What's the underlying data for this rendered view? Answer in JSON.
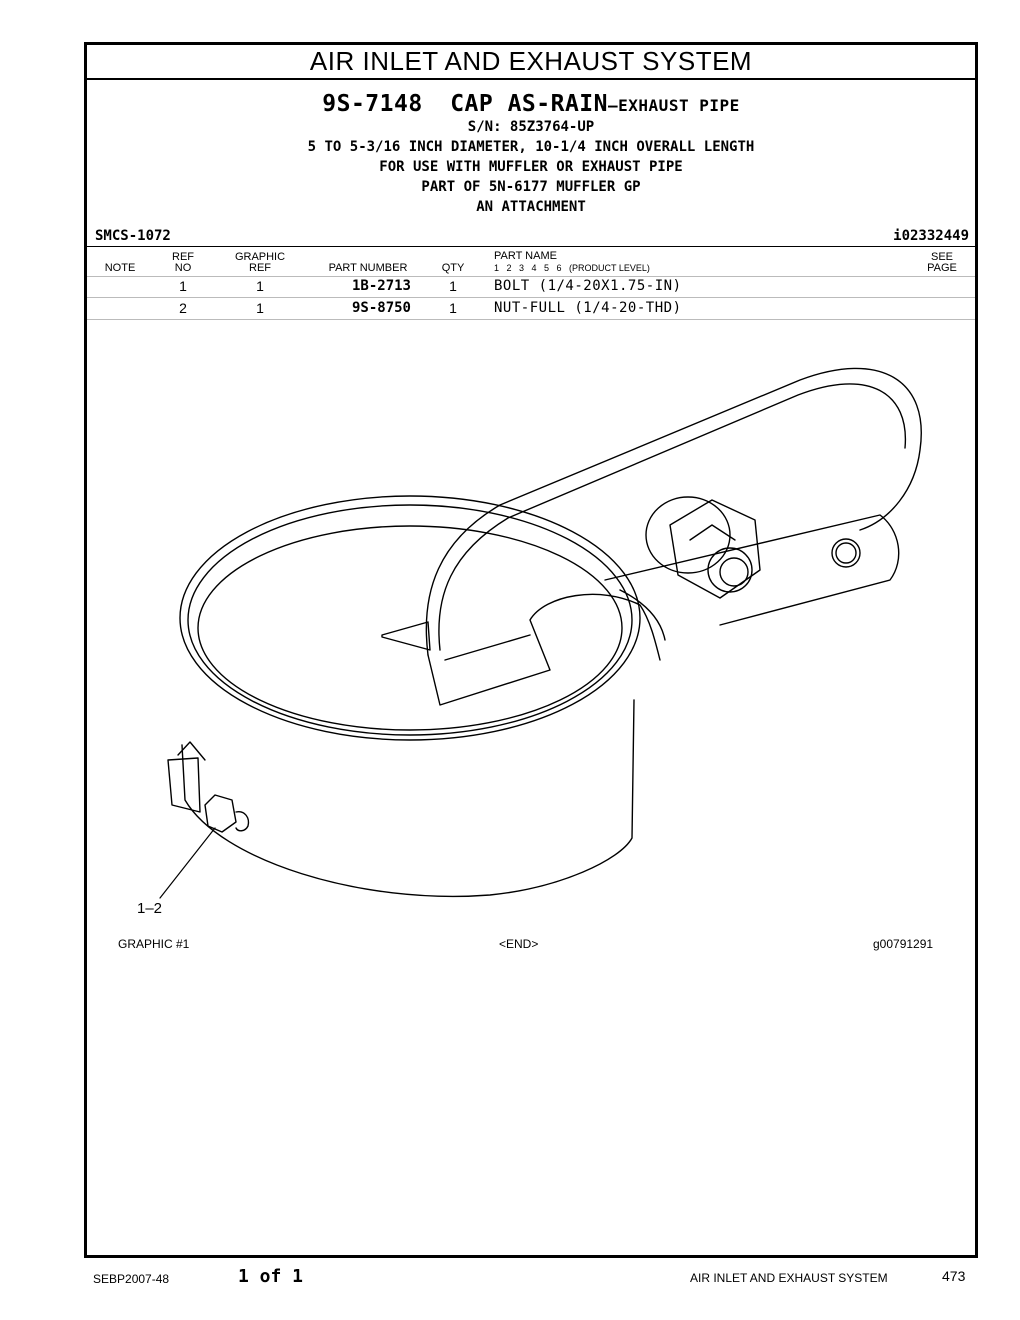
{
  "section_title": "AIR INLET AND EXHAUST SYSTEM",
  "part": {
    "number": "9S-7148",
    "name": "CAP AS-RAIN",
    "sub": "—EXHAUST PIPE",
    "serial": "S/N: 85Z3764-UP",
    "lines": [
      "5 TO 5-3/16 INCH DIAMETER, 10-1/4 INCH OVERALL LENGTH",
      "FOR USE WITH MUFFLER OR EXHAUST PIPE",
      "PART OF 5N-6177 MUFFLER GP",
      "AN ATTACHMENT"
    ]
  },
  "smcs": "SMCS-1072",
  "doc_id": "i02332449",
  "table": {
    "headers": {
      "note": "NOTE",
      "ref_top": "REF",
      "ref_bottom": "NO",
      "graphic_top": "GRAPHIC",
      "graphic_bottom": "REF",
      "part_number": "PART NUMBER",
      "qty": "QTY",
      "part_name": "PART NAME",
      "levels": "1   2   3   4   5   6   (PRODUCT LEVEL)",
      "see_top": "SEE",
      "see_bottom": "PAGE"
    },
    "rows": [
      {
        "ref": "1",
        "graphic": "1",
        "part_number": "1B-2713",
        "qty": "1",
        "name": "BOLT (1/4-20X1.75-IN)"
      },
      {
        "ref": "2",
        "graphic": "1",
        "part_number": "9S-8750",
        "qty": "1",
        "name": "NUT-FULL (1/4-20-THD)"
      }
    ]
  },
  "illustration": {
    "callout": "1–2"
  },
  "graphic_caption": {
    "left": "GRAPHIC #1",
    "center": "<END>",
    "right": "g00791291"
  },
  "footer": {
    "doc": "SEBP2007-48",
    "page_of": "1 of 1",
    "section": "AIR INLET AND EXHAUST SYSTEM",
    "page": "473"
  }
}
